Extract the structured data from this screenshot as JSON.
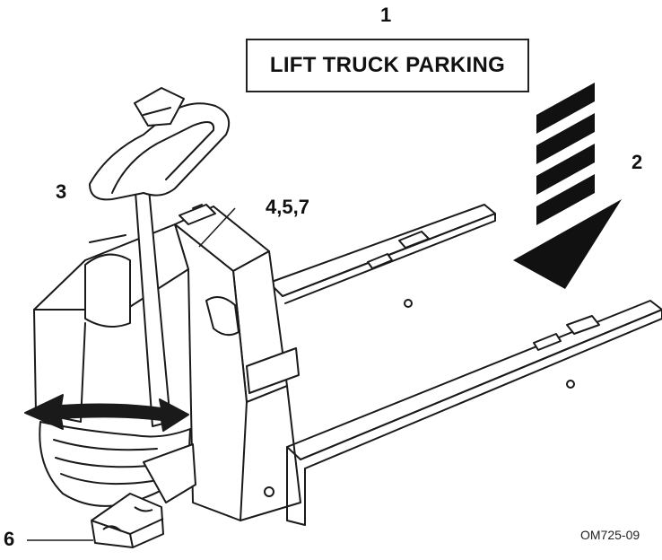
{
  "callouts": {
    "c1": "1",
    "c2": "2",
    "c3": "3",
    "c457": "4,5,7",
    "c6": "6"
  },
  "sign": {
    "text": "LIFT TRUCK PARKING"
  },
  "figure_id": "OM725-09"
}
